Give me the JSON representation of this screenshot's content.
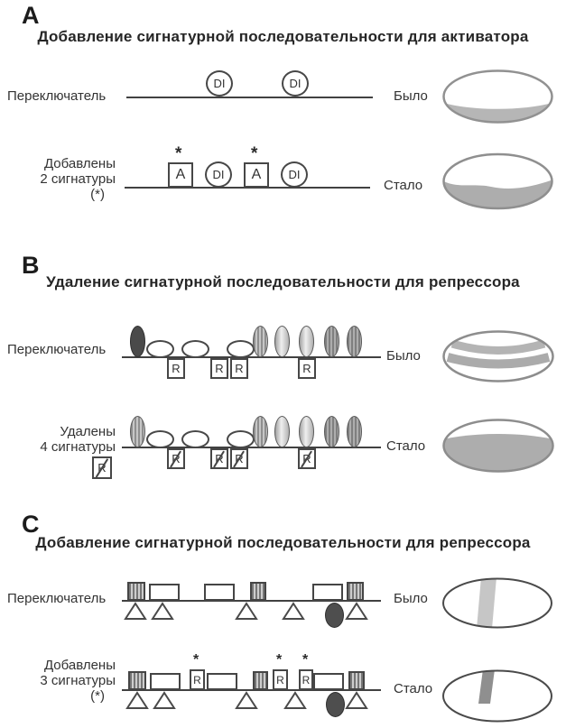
{
  "glyphs": {
    "activator": "A",
    "repressor": "R",
    "di": "DI",
    "asterisk": "*"
  },
  "labels": {
    "switch": "Переключатель",
    "was": "Было",
    "became": "Стало",
    "footnote": "(*)"
  },
  "panels": {
    "a": {
      "letter": "A",
      "title": "Добавление сигнатурной последовательности для активатора",
      "added": [
        "Добавлены",
        "2 сигнатуры"
      ]
    },
    "b": {
      "letter": "B",
      "title": "Удаление сигнатурной последовательности для репрессора",
      "removed": [
        "Удалены",
        "4 сигнатуры"
      ]
    },
    "c": {
      "letter": "C",
      "title": "Добавление сигнатурной последовательности для репрессора",
      "added": [
        "Добавлены",
        "3 сигнатуры"
      ]
    }
  }
}
